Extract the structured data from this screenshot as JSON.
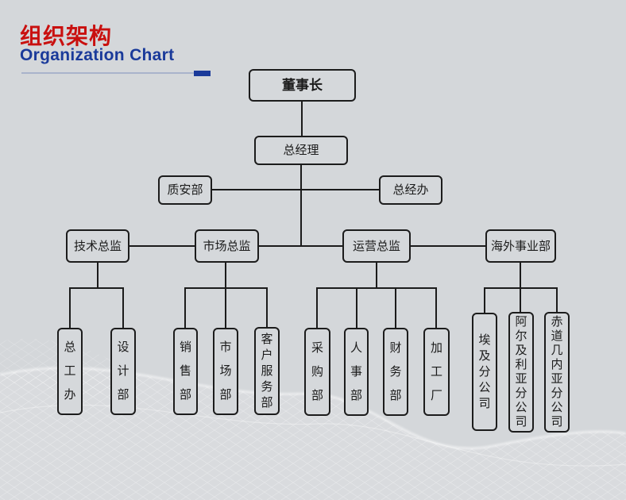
{
  "header": {
    "title_zh": "组织架构",
    "title_en": "Organization Chart"
  },
  "colors": {
    "title_red": "#c9100f",
    "title_navy": "#1a3a9a",
    "divider_light": "#a9b3cb",
    "line_dark": "#1c1c1c",
    "background": "#d4d7da"
  },
  "org": {
    "chairman": {
      "label": "董事长"
    },
    "general_manager": {
      "label": "总经理"
    },
    "staff": [
      {
        "label": "质安部"
      },
      {
        "label": "总经办"
      }
    ],
    "directors": [
      {
        "label": "技术总监",
        "children": [
          "总工办",
          "设计部"
        ]
      },
      {
        "label": "市场总监",
        "children": [
          "销售部",
          "市场部",
          "客户服务部"
        ]
      },
      {
        "label": "运营总监",
        "children": [
          "采购部",
          "人事部",
          "财务部",
          "加工厂"
        ]
      },
      {
        "label": "海外事业部",
        "children": [
          "埃及分公司",
          "阿尔及利亚分公司",
          "赤道几内亚分公司"
        ]
      }
    ]
  }
}
